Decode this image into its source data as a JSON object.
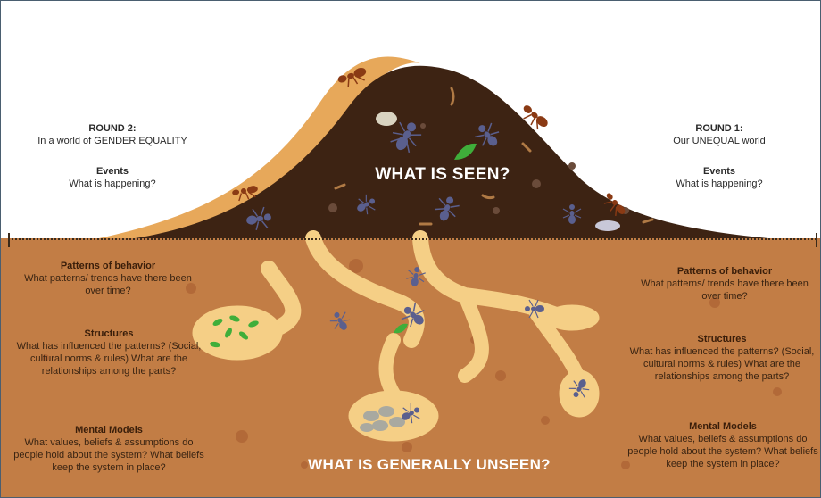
{
  "round2": {
    "heading": "ROUND 2:",
    "subtitle": "In a world of GENDER EQUALITY"
  },
  "round1": {
    "heading": "ROUND 1:",
    "subtitle": "Our UNEQUAL world"
  },
  "events": {
    "heading": "Events",
    "question": "What is happening?"
  },
  "patterns": {
    "heading": "Patterns of behavior",
    "question": "What patterns/ trends have there been over time?"
  },
  "structures": {
    "heading": "Structures",
    "question": "What has influenced the patterns? (Social, cultural norms & rules) What are the relationships among the parts?"
  },
  "mental_models": {
    "heading": "Mental Models",
    "question": "What values, beliefs & assumptions do people hold about the system? What beliefs keep the system in place?"
  },
  "seen_label": "WHAT IS SEEN?",
  "unseen_label": "WHAT IS GENERALLY UNSEEN?",
  "colors": {
    "soil": "#c27d45",
    "mound": "#3d2313",
    "tunnel": "#f5cf86",
    "ant": "#5a5f8e",
    "red_ant": "#8a3a14",
    "leaf": "#3fae3a"
  },
  "icons": [
    "ant-icon",
    "leaf-icon",
    "seed-icon"
  ]
}
